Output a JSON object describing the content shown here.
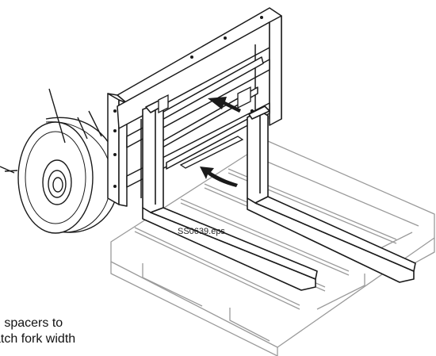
{
  "figure": {
    "file_label": "SS0639.eps",
    "caption_line1": "d spacers to",
    "caption_line2": "atch fork width"
  },
  "colors": {
    "line": "#1a1a1a",
    "pallet_line": "#9a9a9a",
    "background": "#ffffff"
  }
}
